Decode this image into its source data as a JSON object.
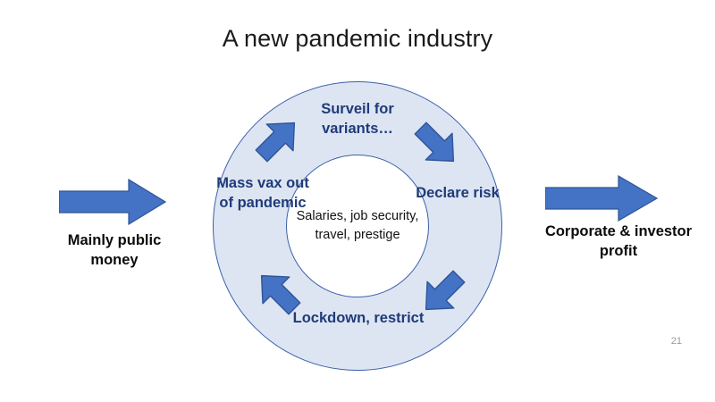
{
  "slide": {
    "title": "A new pandemic industry",
    "page_number": "21",
    "colors": {
      "ring_fill": "#dde5f3",
      "ring_border": "#3c61a8",
      "inner_fill": "#ffffff",
      "arrow_blue": "#4472c4",
      "arrow_outline": "#2f5597",
      "label_blue": "#1f3b78",
      "caption_black": "#0b0b0b"
    }
  },
  "cycle": {
    "center_text": "Salaries, job security, travel, prestige",
    "steps": [
      {
        "id": "surveil",
        "label": "Surveil for variants…",
        "position": "top"
      },
      {
        "id": "declare",
        "label": "Declare risk",
        "position": "right"
      },
      {
        "id": "lockdown",
        "label": "Lockdown, restrict",
        "position": "bottom"
      },
      {
        "id": "massvax",
        "label": "Mass vax out of pandemic",
        "position": "left"
      }
    ],
    "arrows": [
      {
        "id": "top-left",
        "icon": "curved-arrow-up-right-icon"
      },
      {
        "id": "top-right",
        "icon": "curved-arrow-down-right-icon"
      },
      {
        "id": "bottom-right",
        "icon": "curved-arrow-down-left-icon"
      },
      {
        "id": "bottom-left",
        "icon": "curved-arrow-up-left-icon"
      }
    ]
  },
  "flow": {
    "input": {
      "caption": "Mainly public money",
      "arrow_icon": "block-arrow-right-icon"
    },
    "output": {
      "caption": "Corporate & investor profit",
      "arrow_icon": "block-arrow-right-icon"
    }
  }
}
